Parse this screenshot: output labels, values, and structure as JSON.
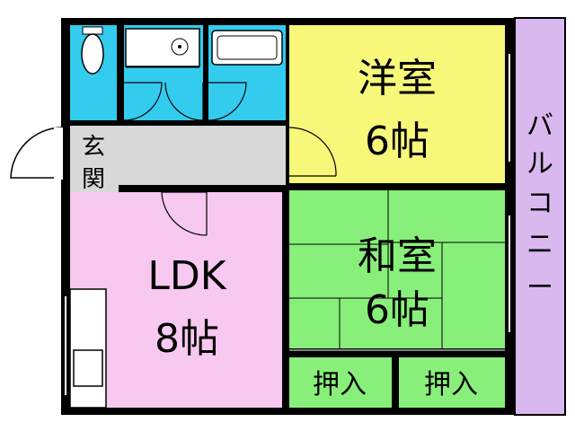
{
  "colors": {
    "wall": "#000000",
    "bath": "#33ccee",
    "corridor": "#d8d8d8",
    "youshitsu": "#f7f77a",
    "washitsu": "#88f07a",
    "ldk": "#f7c8f0",
    "balcony": "#d9b8f0",
    "closet": "#88f07a",
    "fixture": "#ffffff"
  },
  "rooms": {
    "youshitsu": {
      "name": "洋室",
      "size": "6帖"
    },
    "washitsu": {
      "name": "和室",
      "size": "6帖"
    },
    "ldk": {
      "name": "LDK",
      "size": "8帖"
    },
    "genkan": {
      "line1": "玄",
      "line2": "関"
    },
    "closet1": {
      "name": "押入"
    },
    "closet2": {
      "name": "押入"
    },
    "balcony": {
      "chars": [
        "バ",
        "ル",
        "コ",
        "ニ",
        "ー"
      ]
    }
  },
  "icons": {
    "toilet": "toilet-icon",
    "sink": "washbasin-icon",
    "bathtub": "bathtub-icon",
    "kitchen": "kitchen-counter-icon"
  }
}
